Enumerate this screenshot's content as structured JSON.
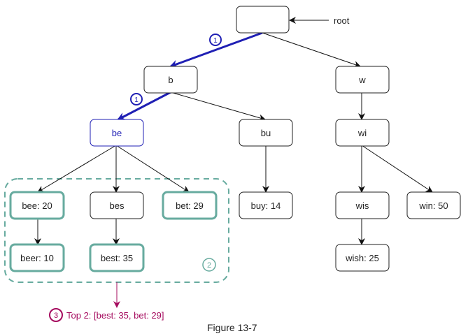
{
  "root_label": "root",
  "nodes": {
    "root": "",
    "b": "b",
    "w": "w",
    "be": "be",
    "bu": "bu",
    "wi": "wi",
    "bee": "bee: 20",
    "bes": "bes",
    "bet": "bet: 29",
    "buy": "buy: 14",
    "wis": "wis",
    "win": "win: 50",
    "beer": "beer: 10",
    "best": "best: 35",
    "wish": "wish: 25"
  },
  "steps": {
    "step1a": "1",
    "step1b": "1",
    "step2": "2",
    "step3": "3"
  },
  "result_text": "Top 2: [best: 35, bet: 29]",
  "caption": "Figure 13-7",
  "colors": {
    "path_blue": "#1f1fb4",
    "highlight_teal": "#67ab9f",
    "result_magenta": "#a50b5e",
    "default_stroke": "#222222"
  }
}
